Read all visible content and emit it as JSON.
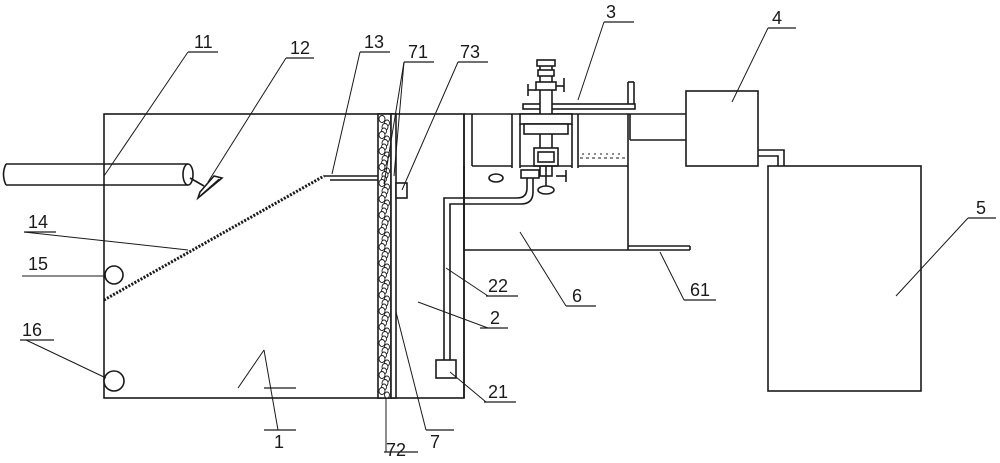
{
  "labels": {
    "l1": "1",
    "l2": "2",
    "l3": "3",
    "l4": "4",
    "l5": "5",
    "l6": "6",
    "l7": "7",
    "l11": "11",
    "l12": "12",
    "l13": "13",
    "l14": "14",
    "l15": "15",
    "l16": "16",
    "l21": "21",
    "l22": "22",
    "l61": "61",
    "l71": "71",
    "l72": "72",
    "l73": "73"
  }
}
